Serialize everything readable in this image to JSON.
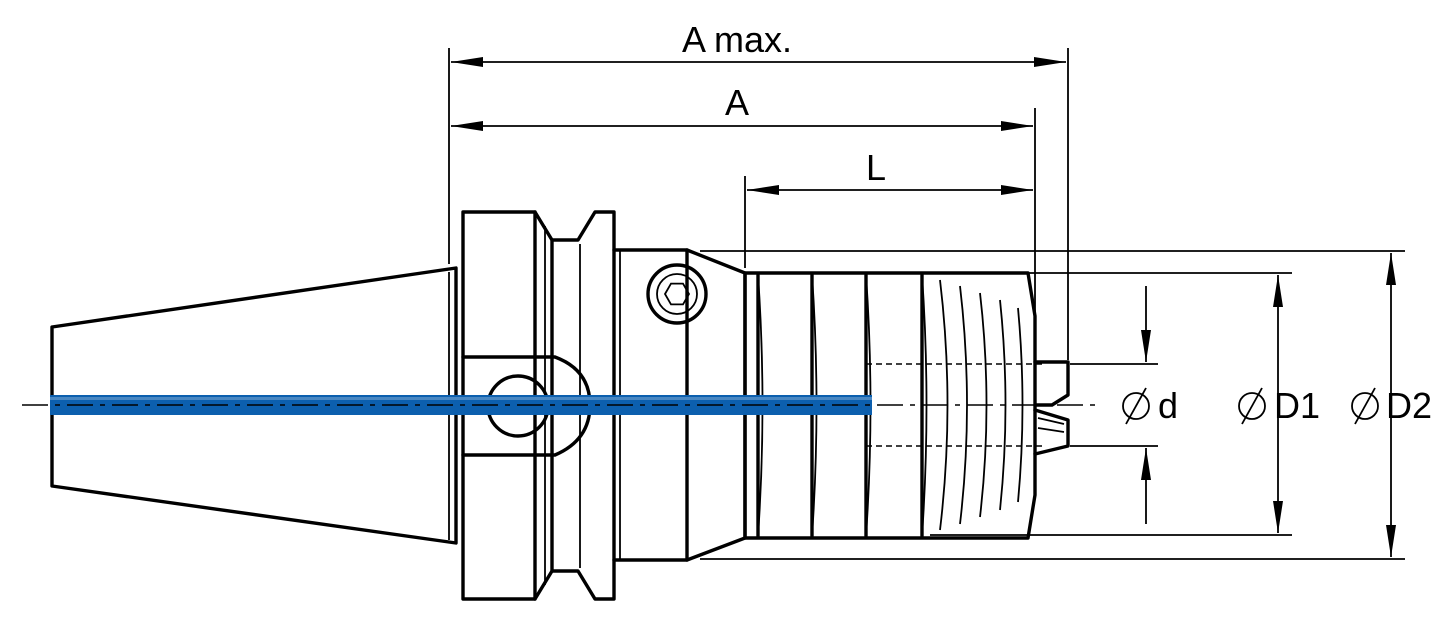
{
  "labels": {
    "a_max": "A max.",
    "a": "A",
    "l": "L",
    "d": "d",
    "d1": "D1",
    "d2": "D2"
  },
  "colors": {
    "axis_highlight": "#0c5fae",
    "line": "#000000"
  },
  "icons": {
    "diameter": "diameter-symbol-icon",
    "socket_screw": "hex-socket-screw-icon"
  }
}
